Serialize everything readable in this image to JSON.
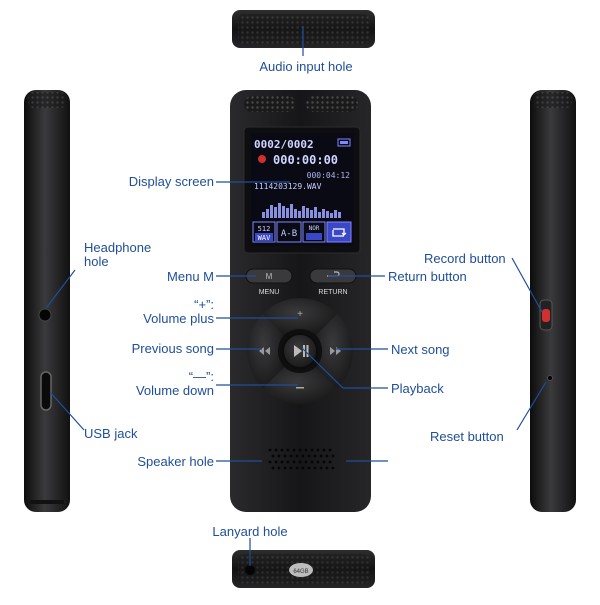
{
  "labels": {
    "audio_input_hole": "Audio input hole",
    "display_screen": "Display screen",
    "headphone_hole": "Headphone\nhole",
    "menu_m": "Menu M",
    "volume_plus": "“+”:\nVolume plus",
    "previous_song": "Previous song",
    "volume_down": "“—”:\nVolume down",
    "usb_jack": "USB jack",
    "speaker_hole": "Speaker hole",
    "lanyard_hole": "Lanyard hole",
    "record_button": "Record button",
    "return_button": "Return button",
    "next_song": "Next song",
    "playback": "Playback",
    "reset_button": "Reset button"
  },
  "device": {
    "menu_label": "MENU",
    "return_label": "RETURN",
    "capacity_label": "64GB"
  },
  "screen": {
    "track_counter": "0002/0002",
    "elapsed_time": "000:00:00",
    "total_time": "000:04:12",
    "filename": "1114203129.WAV",
    "bitrate": "512",
    "format": "WAV",
    "ab_label": "A-B",
    "mode_label": "NOR"
  },
  "colors": {
    "label_text": "#1f4e9a",
    "leader_line": "#1f4e9a",
    "device_body": "#1b1b1d",
    "screen_bg": "#0a0a14",
    "screen_text": "#d0d4ff",
    "accent_red": "#d03030"
  }
}
